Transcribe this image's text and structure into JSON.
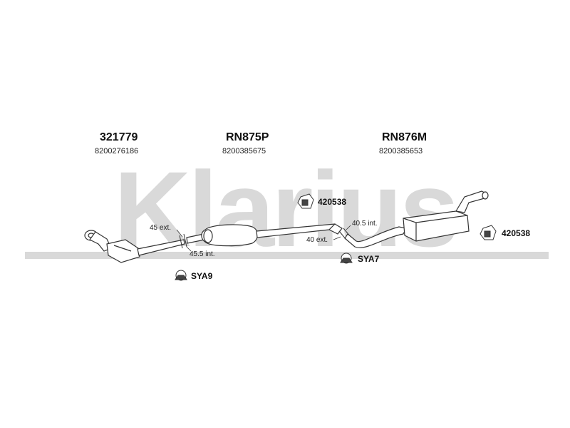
{
  "watermark": {
    "text": "Klarius",
    "color": "#d9d9d9"
  },
  "parts": [
    {
      "part_number": "321779",
      "oem_number": "8200276186"
    },
    {
      "part_number": "RN875P",
      "oem_number": "8200385675"
    },
    {
      "part_number": "RN876M",
      "oem_number": "8200385653"
    }
  ],
  "dimensions": {
    "left_ext": "45 ext.",
    "left_int": "45.5 int.",
    "right_int": "40.5 int.",
    "right_ext": "40 ext."
  },
  "mounts": {
    "upper_hanger": "420538",
    "right_hanger": "420538",
    "clamp_left": "SYA9",
    "clamp_right": "SYA7"
  },
  "colors": {
    "line": "#333333",
    "fill": "#ffffff",
    "shade": "#cfcfcf"
  }
}
